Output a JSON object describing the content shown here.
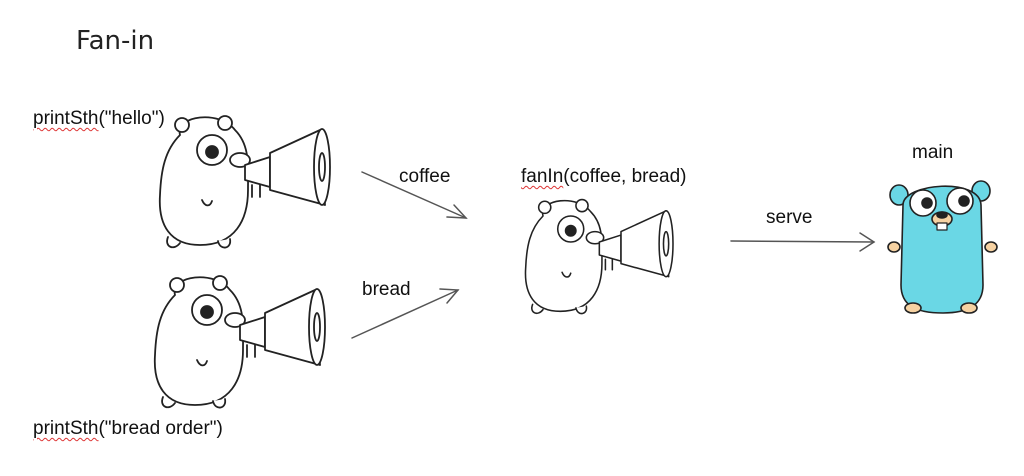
{
  "title": "Fan-in",
  "producers": [
    {
      "func": "printSth",
      "args": "(\"hello\")"
    },
    {
      "func": "printSth",
      "args": "(\"bread order\")"
    }
  ],
  "fanin": {
    "func": "fanIn",
    "args": "(coffee, bread)"
  },
  "channels": {
    "coffee": "coffee",
    "bread": "bread",
    "serve": "serve"
  },
  "consumer": {
    "label": "main"
  },
  "colors": {
    "gopher_blue": "#6AD7E5",
    "ink": "#222222",
    "squiggle": "#dd3333"
  },
  "icons": [
    "gopher-megaphone-icon",
    "gopher-mascot-icon",
    "arrow-icon"
  ]
}
